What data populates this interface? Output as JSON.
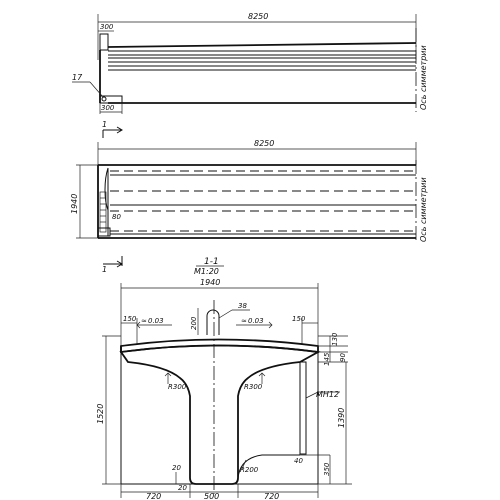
{
  "top_view": {
    "length": "8250",
    "end_width_top": "300",
    "end_width_bottom": "300",
    "callout": "17",
    "axis_label": "Ось симметрии"
  },
  "plan_view": {
    "length": "8250",
    "height": "1940",
    "inner_dim": "80",
    "section_mark": "1",
    "axis_label": "Ось симметрии"
  },
  "section": {
    "title": "1-1",
    "scale": "М1:20",
    "overall_width": "1940",
    "overall_height": "1520",
    "web_height": "1390",
    "flange_offset_left": "150",
    "flange_offset_right": "150",
    "slope_left": "0.03",
    "slope_right": "0.03",
    "rib_width": "38",
    "rib_height": "200",
    "dim_145": "145",
    "dim_130": "130",
    "dim_90": "90",
    "radius_left": "R300",
    "radius_right": "R300",
    "radius_bottom": "R200",
    "embedded_part": "МН12",
    "dim_40": "40",
    "dim_350": "350",
    "dim_20a": "20",
    "dim_20b": "20",
    "bottom_left": "720",
    "bottom_mid": "500",
    "bottom_right": "720"
  }
}
